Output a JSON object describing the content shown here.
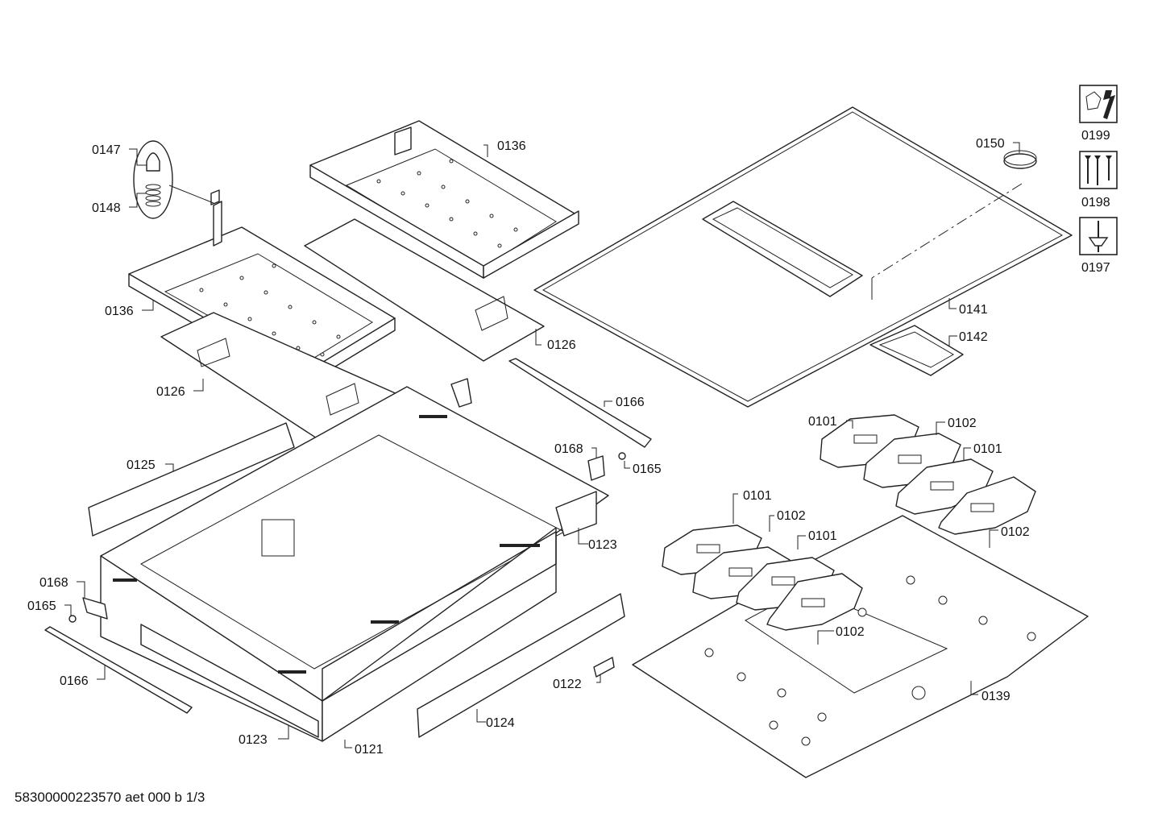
{
  "document_id": "58300000223570 aet 000 b 1/3",
  "callouts": {
    "c0101a": "0101",
    "c0102a": "0102",
    "c0101b": "0101",
    "c0102b": "0102",
    "c0101c": "0101",
    "c0102c": "0102",
    "c0101d": "0101",
    "c0102d": "0102",
    "c0121": "0121",
    "c0122": "0122",
    "c0123a": "0123",
    "c0123b": "0123",
    "c0124": "0124",
    "c0125": "0125",
    "c0126a": "0126",
    "c0126b": "0126",
    "c0136a": "0136",
    "c0136b": "0136",
    "c0139": "0139",
    "c0141": "0141",
    "c0142": "0142",
    "c0147": "0147",
    "c0148": "0148",
    "c0150": "0150",
    "c0165a": "0165",
    "c0165b": "0165",
    "c0166a": "0166",
    "c0166b": "0166",
    "c0168a": "0168",
    "c0168b": "0168"
  },
  "tools": [
    {
      "code": "0199",
      "icon": "wrench-nut-icon"
    },
    {
      "code": "0198",
      "icon": "screws-icon"
    },
    {
      "code": "0197",
      "icon": "screwdriver-icon"
    }
  ]
}
